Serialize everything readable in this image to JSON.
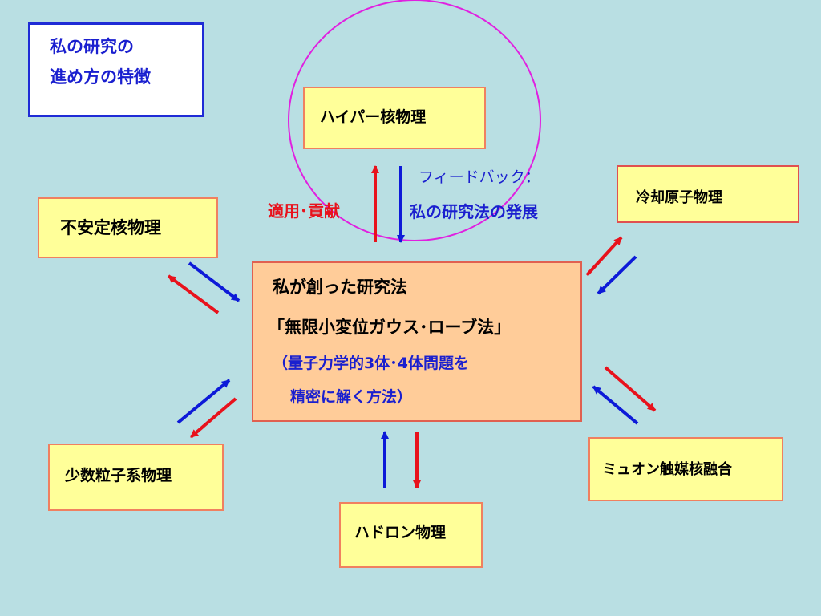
{
  "title": {
    "line1": "私の研究の",
    "line2": "進め方の特徴"
  },
  "center": {
    "line1": "私が創った研究法",
    "line2": "「無限小変位ガウス･ローブ法」",
    "line3": "（量子力学的3体･4体問題を",
    "line4": "精密に解く方法）"
  },
  "nodes": {
    "hypernuclear": "ハイパー核物理",
    "unstable": "不安定核物理",
    "cold_atom": "冷却原子物理",
    "few_body": "少数粒子系物理",
    "muon": "ミュオン触媒核融合",
    "hadron": "ハドロン物理"
  },
  "labels": {
    "application": "適用･貢献",
    "feedback": "フィードバック：",
    "development": "私の研究法の発展"
  },
  "colors": {
    "red_arrow": "#e8121c",
    "blue_arrow": "#0d1ad8",
    "circle": "#e020e0",
    "center_text_blue": "#1a1fcf"
  }
}
